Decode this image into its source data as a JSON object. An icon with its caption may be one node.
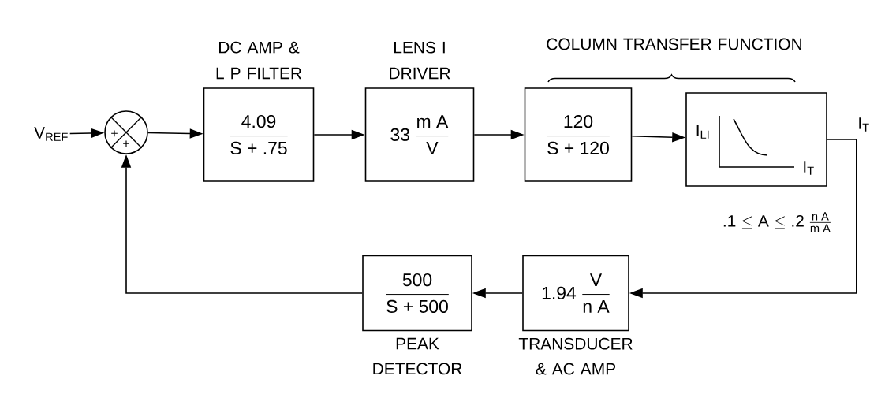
{
  "diagram": {
    "nodes": [
      {
        "text": [
          "V$_{REF}$"
        ]
      },
      {
        "text": [
          "+",
          "+"
        ]
      },
      {
        "text": [
          "DC AMP & L P FILTER",
          "\\frac{\\text{4.09}}{\\text{S + .75}}"
        ]
      },
      {
        "text": [
          "LENS I DRIVER",
          "\\text{33 }\\frac{\\text{m A}}{\\text{V}}"
        ]
      },
      {
        "text": [
          "\\frac{\\text{120}}{\\text{S + 120}}"
        ]
      },
      {
        "text": [
          "I$_{LI}$",
          "I$_{T}$"
        ]
      },
      {
        "text": [
          "\\frac{\\text{500}}{\\text{S + 500}}",
          "PEAK DETECTOR"
        ]
      },
      {
        "text": [
          "\\text{1.94 }\\frac{\\text{V}}{\\text{n A}}",
          "TRANSDUCER & AC AMP"
        ]
      }
    ],
    "edges": [
      {
        "from": 0,
        "to": 1,
        "arrow": "to"
      },
      {
        "from": 1,
        "to": 2,
        "arrow": "to"
      },
      {
        "from": 2,
        "to": 3,
        "arrow": "to"
      },
      {
        "from": 3,
        "to": 4,
        "arrow": "to"
      },
      {
        "from": 4,
        "to": 5,
        "arrow": "to"
      },
      {
        "from": 5,
        "to": 7,
        "arrow": "to",
        "label": "I$_{T}$"
      },
      {
        "from": 7,
        "to": 6,
        "arrow": "to"
      },
      {
        "from": 6,
        "to": 1,
        "arrow": "to"
      }
    ],
    "labels": [
      "COLUMN TRANSFER FUNCTION",
      "\\text{.1} \\le \\text{A} \\le \\text{.2 }\\frac{\\text{n A}}{\\text{m A}}"
    ]
  }
}
